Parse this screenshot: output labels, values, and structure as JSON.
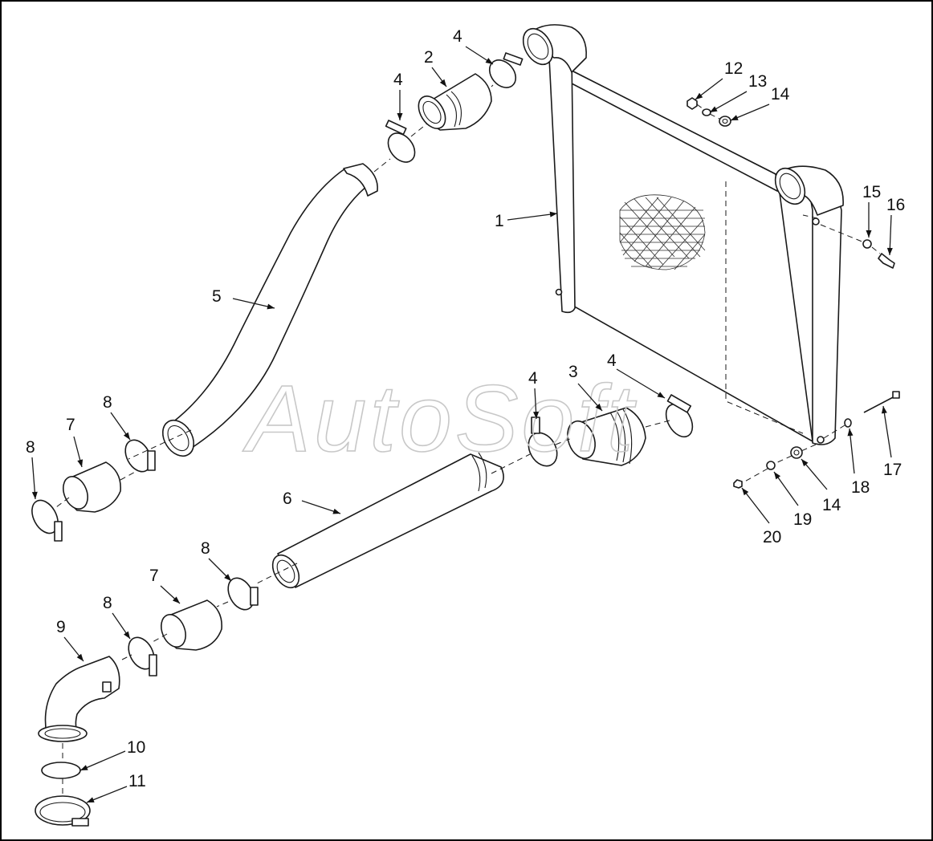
{
  "watermark": "AutoSoft",
  "callouts": [
    {
      "id": "c1",
      "label": "1"
    },
    {
      "id": "c2",
      "label": "2"
    },
    {
      "id": "c3",
      "label": "3"
    },
    {
      "id": "c4a",
      "label": "4"
    },
    {
      "id": "c4b",
      "label": "4"
    },
    {
      "id": "c4c",
      "label": "4"
    },
    {
      "id": "c4d",
      "label": "4"
    },
    {
      "id": "c5",
      "label": "5"
    },
    {
      "id": "c6",
      "label": "6"
    },
    {
      "id": "c7a",
      "label": "7"
    },
    {
      "id": "c7b",
      "label": "7"
    },
    {
      "id": "c8a",
      "label": "8"
    },
    {
      "id": "c8b",
      "label": "8"
    },
    {
      "id": "c8c",
      "label": "8"
    },
    {
      "id": "c8d",
      "label": "8"
    },
    {
      "id": "c9",
      "label": "9"
    },
    {
      "id": "c10",
      "label": "10"
    },
    {
      "id": "c11",
      "label": "11"
    },
    {
      "id": "c12",
      "label": "12"
    },
    {
      "id": "c13",
      "label": "13"
    },
    {
      "id": "c14a",
      "label": "14"
    },
    {
      "id": "c14b",
      "label": "14"
    },
    {
      "id": "c15",
      "label": "15"
    },
    {
      "id": "c16",
      "label": "16"
    },
    {
      "id": "c17",
      "label": "17"
    },
    {
      "id": "c18",
      "label": "18"
    },
    {
      "id": "c19",
      "label": "19"
    },
    {
      "id": "c20",
      "label": "20"
    }
  ]
}
